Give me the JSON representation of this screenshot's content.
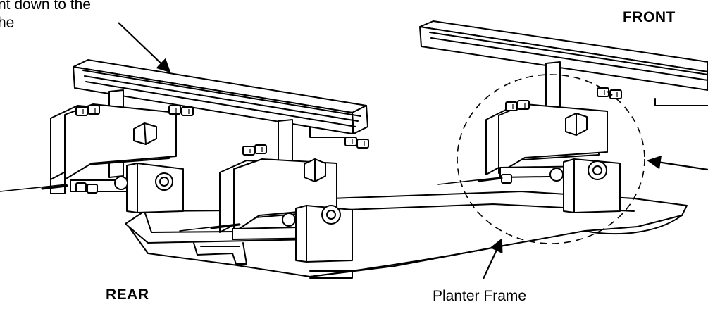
{
  "labels": {
    "callout_line1": "nt down to the",
    "callout_line2": "he",
    "front": "FRONT",
    "rear": "REAR",
    "planter_frame": "Planter Frame"
  },
  "colors": {
    "ink": "#000000",
    "paper": "#ffffff",
    "shade": "#dcdcdc"
  }
}
